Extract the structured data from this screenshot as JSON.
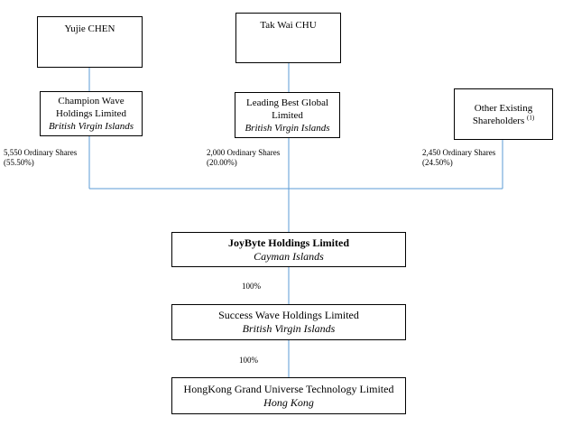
{
  "people": {
    "chen": "Yujie CHEN",
    "chu": "Tak Wai CHU"
  },
  "holders": {
    "champion": {
      "line1": "Champion Wave",
      "line2": "Holdings Limited",
      "jurisdiction": "British Virgin Islands"
    },
    "leading": {
      "line1": "Leading Best Global",
      "line2": "Limited",
      "jurisdiction": "British Virgin Islands"
    },
    "other": {
      "line1": "Other Existing",
      "line2": "Shareholders",
      "note": "(1)"
    }
  },
  "shareholdings": {
    "champion": {
      "shares": "5,550 Ordinary Shares",
      "percent": "(55.50%)"
    },
    "leading": {
      "shares": "2,000 Ordinary Shares",
      "percent": "(20.00%)"
    },
    "other": {
      "shares": "2,450 Ordinary Shares",
      "percent": "(24.50%)"
    }
  },
  "joybyte": {
    "name": "JoyByte Holdings Limited",
    "jurisdiction": "Cayman Islands"
  },
  "success": {
    "name": "Success Wave Holdings Limited",
    "jurisdiction": "British Virgin Islands"
  },
  "hongkong": {
    "name": "HongKong Grand Universe Technology Limited",
    "jurisdiction": "Hong Kong"
  },
  "ownership": {
    "joybyte_to_success": "100%",
    "success_to_hk": "100%"
  },
  "colors": {
    "connector": "#5b9bd5",
    "border": "#000000"
  }
}
